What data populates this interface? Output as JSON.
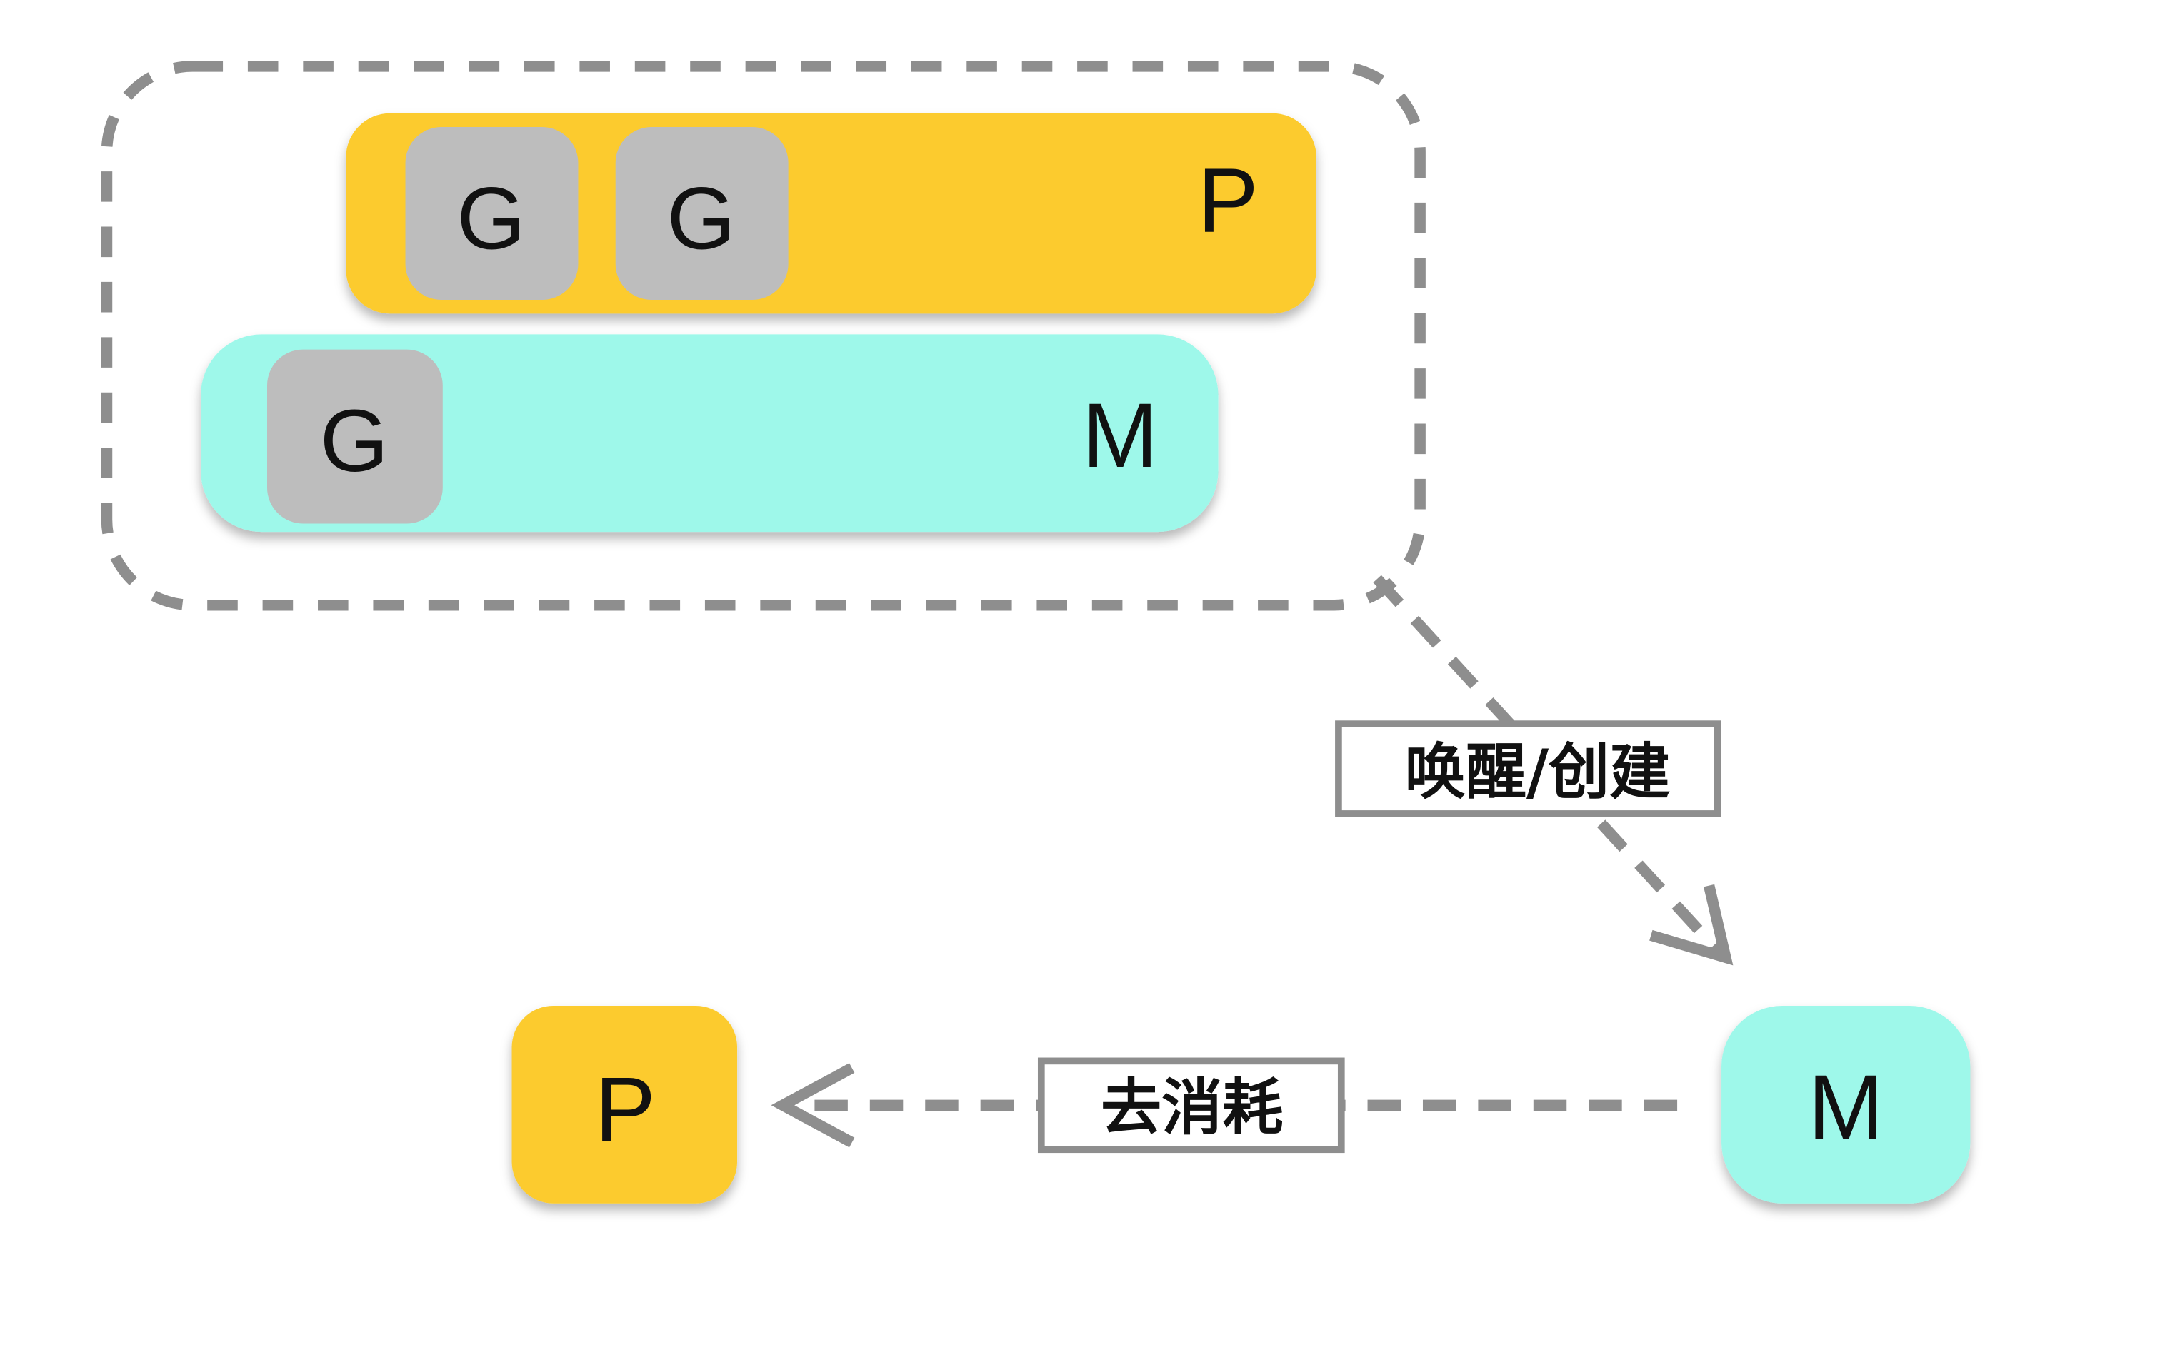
{
  "colors": {
    "p": "#fccb2f",
    "m": "#9ef8ea",
    "g": "#bdbdbd",
    "line": "#8e8e8e",
    "text": "#111111",
    "background": "#ffffff"
  },
  "group": {
    "p_bar": {
      "label": "P",
      "goroutines": [
        "G",
        "G"
      ]
    },
    "m_bar": {
      "label": "M",
      "goroutine": "G"
    }
  },
  "nodes": {
    "new_m": {
      "label": "M"
    },
    "free_p": {
      "label": "P"
    }
  },
  "edges": {
    "wake_create": {
      "label": "唤醒/创建"
    },
    "consume": {
      "label": "去消耗"
    }
  }
}
